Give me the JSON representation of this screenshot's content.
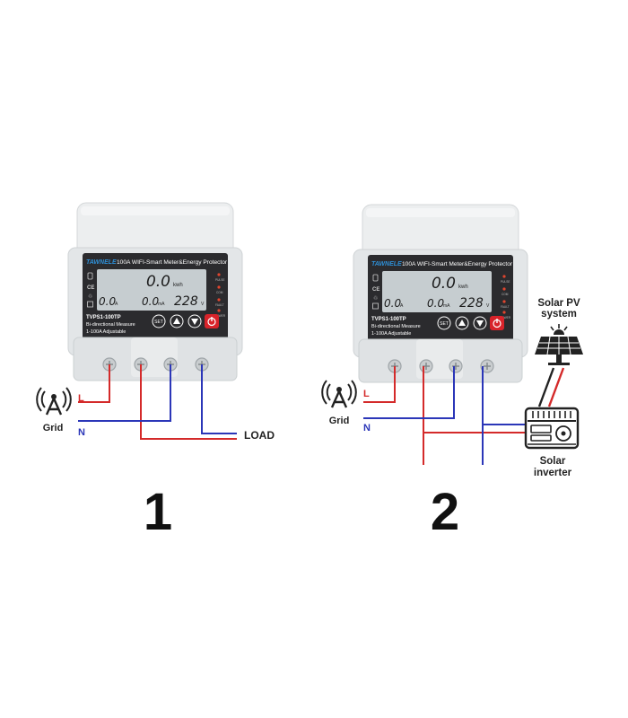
{
  "meter": {
    "brand": "TAWNELE",
    "title": "100A WIFI-Smart Meter&Energy Protector",
    "display": {
      "energy": "0.0",
      "energy_unit": "kwh",
      "current": "0.0",
      "current_unit": "A",
      "leak": "0.0",
      "leak_unit": "mA",
      "voltage": "228",
      "voltage_unit": "V"
    },
    "model": "TVPS1-100TP",
    "feature_1": "Bi-directional Measure",
    "feature_2": "1-100A Adjustable",
    "set_label": "SET",
    "leds": [
      "PULSE",
      "COM",
      "FAULT",
      "POWER"
    ]
  },
  "diagram1": {
    "number": "1",
    "grid_label": "Grid",
    "line_label": "L",
    "neutral_label": "N",
    "load_label": "LOAD"
  },
  "diagram2": {
    "number": "2",
    "grid_label": "Grid",
    "line_label": "L",
    "neutral_label": "N",
    "solar_pv_line1": "Solar PV",
    "solar_pv_line2": "system",
    "inverter_line1": "Solar",
    "inverter_line2": "inverter"
  },
  "colors": {
    "line_wire": "#d42a2a",
    "neutral_wire": "#2b36b8",
    "lcd_bg": "#c6cdd0",
    "panel_bg": "#2b2b2e",
    "power_button": "#d8232a",
    "housing": "#eceeef"
  }
}
